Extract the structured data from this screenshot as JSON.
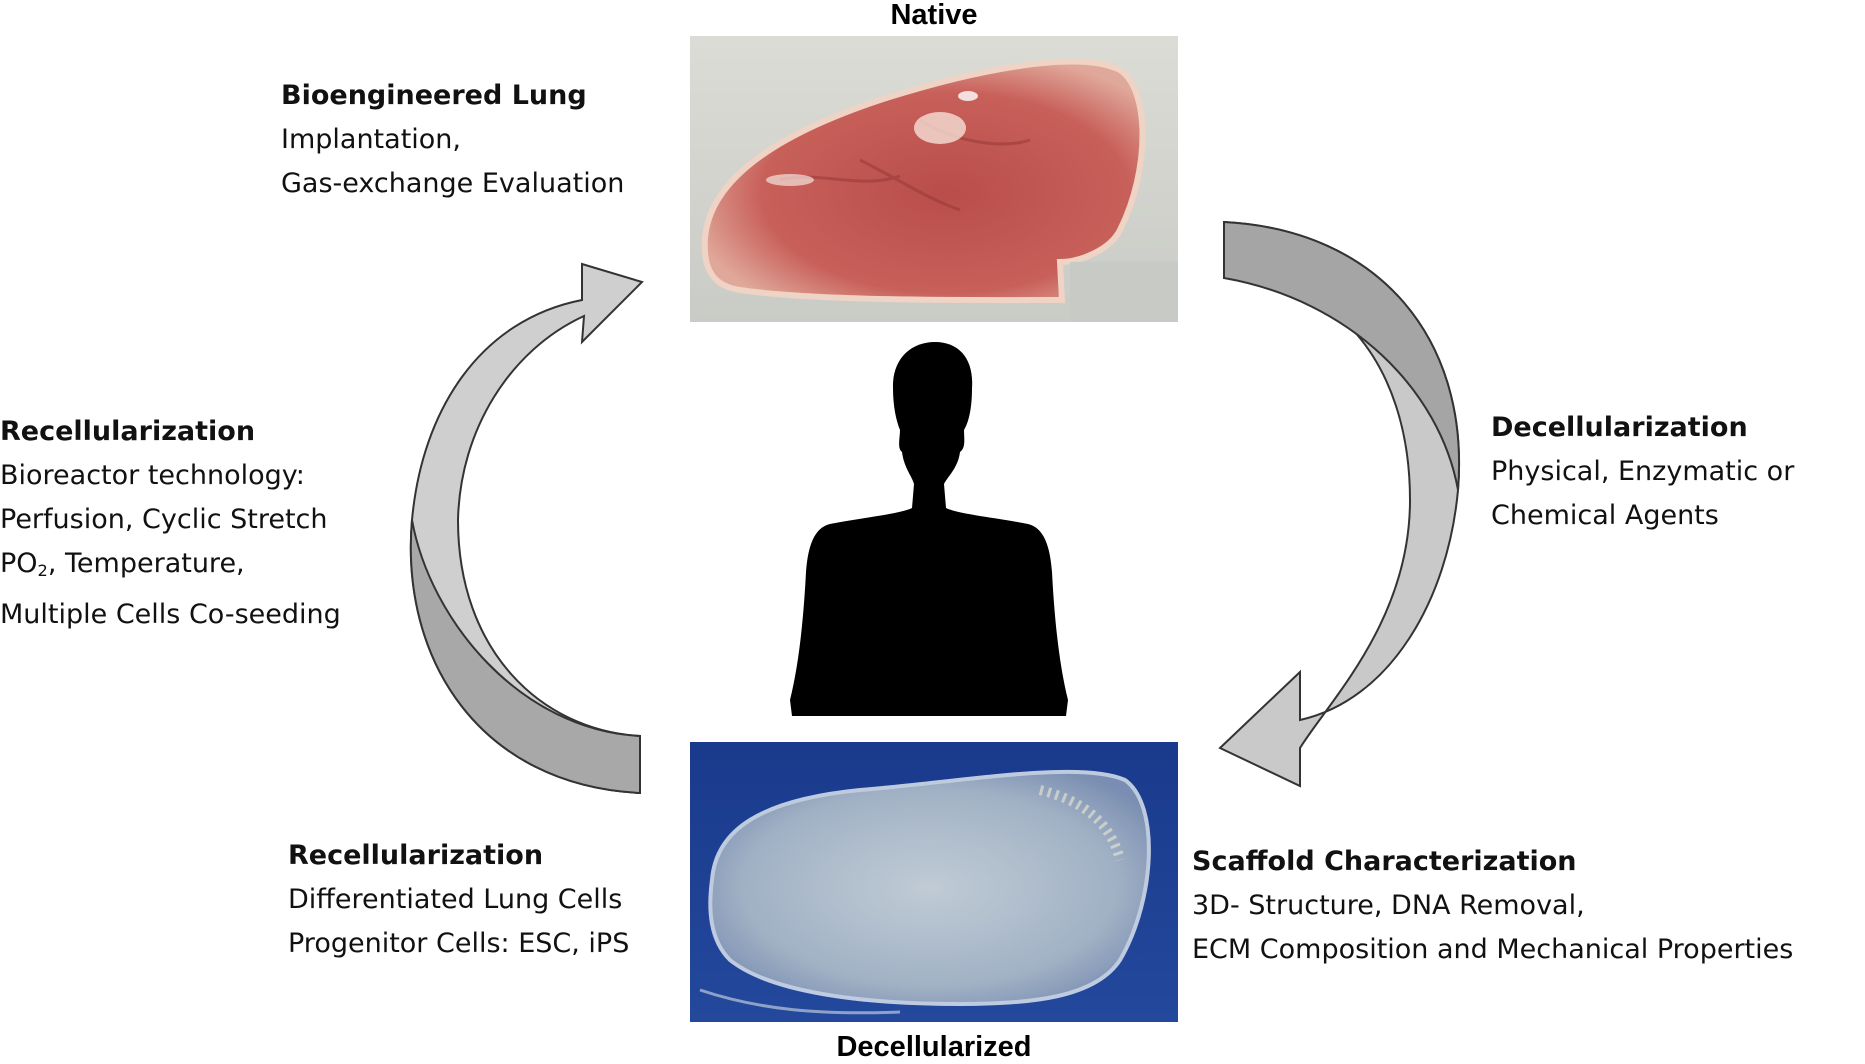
{
  "native_caption": "Native",
  "decellularized_caption": "Decellularized",
  "bioengineered": {
    "title": "Bioengineered Lung",
    "lines": [
      "Implantation,",
      "Gas-exchange Evaluation"
    ]
  },
  "decellularization": {
    "title": "Decellularization",
    "lines": [
      "Physical, Enzymatic or",
      "Chemical Agents"
    ]
  },
  "scaffold": {
    "title": "Scaffold Characterization",
    "lines": [
      "3D- Structure, DNA Removal,",
      "ECM Composition and Mechanical Properties"
    ]
  },
  "recell_bottom": {
    "title": "Recellularization",
    "lines": [
      "Differentiated Lung Cells",
      "Progenitor Cells: ESC, iPS"
    ]
  },
  "recell_left": {
    "title": "Recellularization",
    "line1": "Bioreactor technology:",
    "line2": "Perfusion, Cyclic Stretch",
    "line3_prefix": "PO",
    "line3_sub": "2",
    "line3_suffix": ", Temperature,",
    "line4": "Multiple Cells Co-seeding"
  },
  "colors": {
    "arrow_dark": "#a7a7a7",
    "arrow_light": "#cfcfcf",
    "arrow_stroke": "#3a3a3a",
    "silhouette": "#000000",
    "native_tissue": "#c05a55",
    "decell_background": "#1d3f8f"
  }
}
